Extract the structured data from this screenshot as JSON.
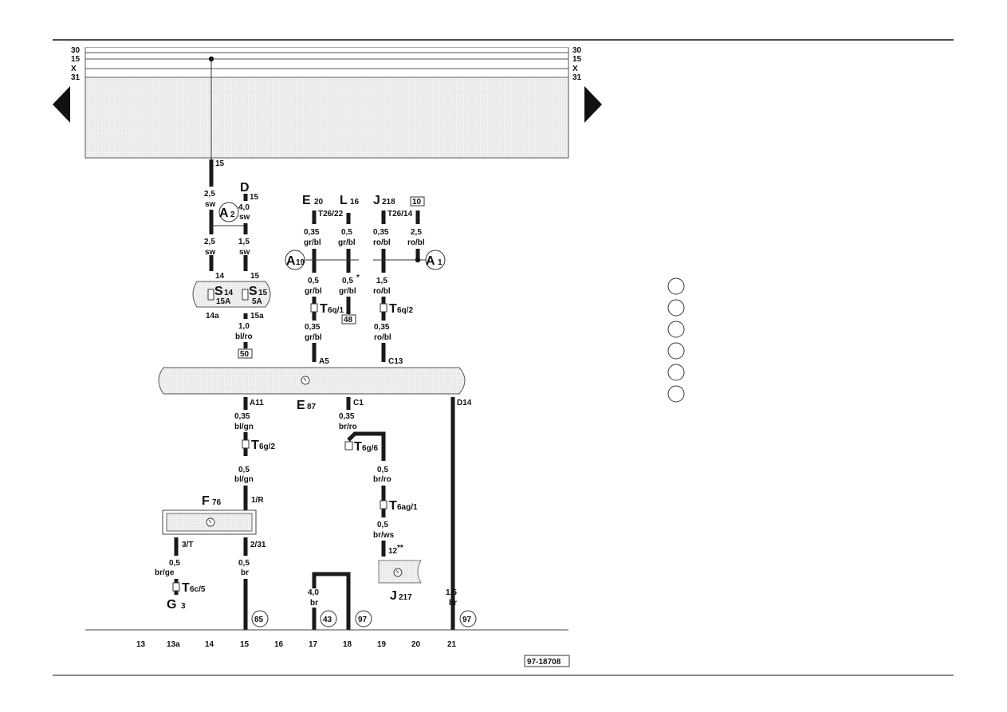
{
  "rail_labels": [
    "30",
    "15",
    "X",
    "31"
  ],
  "columns": [
    "13",
    "13a",
    "14",
    "15",
    "16",
    "17",
    "18",
    "19",
    "20",
    "21"
  ],
  "drawing_number": "97-18708",
  "components": {
    "D": {
      "letter": "D",
      "sub": "",
      "pin": "15"
    },
    "E20": {
      "letter": "E",
      "sub": "20"
    },
    "L16": {
      "letter": "L",
      "sub": "16"
    },
    "J218": {
      "letter": "J",
      "sub": "218"
    },
    "E87": {
      "letter": "E",
      "sub": "87"
    },
    "F76": {
      "letter": "F",
      "sub": "76"
    },
    "G3": {
      "letter": "G",
      "sub": "3"
    },
    "J217": {
      "letter": "J",
      "sub": "217"
    },
    "S14": {
      "letter": "S",
      "sub": "14",
      "rating": "15A",
      "in_pin": "14",
      "out_pin": "14a"
    },
    "S15": {
      "letter": "S",
      "sub": "15",
      "rating": "5A",
      "in_pin": "15",
      "out_pin": "15a"
    }
  },
  "connectors": {
    "T26_22": {
      "letter": "",
      "sub": "T26/22"
    },
    "T26_14": {
      "letter": "",
      "sub": "T26/14"
    },
    "T6q_1": {
      "letter": "T",
      "sub": "6q/1"
    },
    "T6q_2": {
      "letter": "T",
      "sub": "6q/2"
    },
    "T6g_2": {
      "letter": "T",
      "sub": "6g/2"
    },
    "T6g_6": {
      "letter": "T",
      "sub": "6g/6"
    },
    "T6ag_1": {
      "letter": "T",
      "sub": "6ag/1"
    },
    "T6c_5": {
      "letter": "T",
      "sub": "6c/5"
    }
  },
  "splices": {
    "A2": {
      "letter": "A",
      "sub": "2"
    },
    "A19": {
      "letter": "A",
      "sub": "19"
    },
    "A1": {
      "letter": "A",
      "sub": "1"
    }
  },
  "pins": {
    "p15_top": "15",
    "A5": "A5",
    "C13": "C13",
    "A11": "A11",
    "C1": "C1",
    "D14": "D14",
    "p1R": "1/R",
    "p3T": "3/T",
    "p231": "2/31",
    "p12": "12",
    "p12_star": "**"
  },
  "wires": {
    "w_sw_a": {
      "size": "2,5",
      "color": "sw"
    },
    "w_sw_b": {
      "size": "4,0",
      "color": "sw"
    },
    "w_sw_c": {
      "size": "2,5",
      "color": "sw"
    },
    "w_sw_d": {
      "size": "1,5",
      "color": "sw"
    },
    "w_blro": {
      "size": "1,0",
      "color": "bl/ro"
    },
    "w_e20_a": {
      "size": "0,35",
      "color": "gr/bl"
    },
    "w_e20_b": {
      "size": "0,5",
      "color": "gr/bl"
    },
    "w_e20_c": {
      "size": "0,35",
      "color": "gr/bl"
    },
    "w_l16_a": {
      "size": "0,5",
      "color": "gr/bl"
    },
    "w_l16_b": {
      "size": "0,5",
      "star": "*",
      "color": "gr/bl"
    },
    "w_j218_a": {
      "size": "0,35",
      "color": "ro/bl"
    },
    "w_j218_b": {
      "size": "1,5",
      "color": "ro/bl"
    },
    "w_j218_c": {
      "size": "0,35",
      "color": "ro/bl"
    },
    "w_j218_d": {
      "size": "2,5",
      "color": "ro/bl"
    },
    "w_blgn_a": {
      "size": "0,35",
      "color": "bl/gn"
    },
    "w_blgn_b": {
      "size": "0,5",
      "color": "bl/gn"
    },
    "w_brro_a": {
      "size": "0,35",
      "color": "br/ro"
    },
    "w_brro_b": {
      "size": "0,5",
      "color": "br/ro"
    },
    "w_brws": {
      "size": "0,5",
      "color": "br/ws"
    },
    "w_brge": {
      "size": "0,5",
      "color": "br/ge"
    },
    "w_br15": {
      "size": "0,5",
      "color": "br"
    },
    "w_br17": {
      "size": "4,0",
      "color": "br"
    },
    "w_br21": {
      "size": "1,5",
      "color": "br"
    }
  },
  "refs": {
    "ref50": "50",
    "ref48": "48",
    "ref10": "10"
  },
  "ground_points": [
    "85",
    "43",
    "97",
    "97"
  ]
}
